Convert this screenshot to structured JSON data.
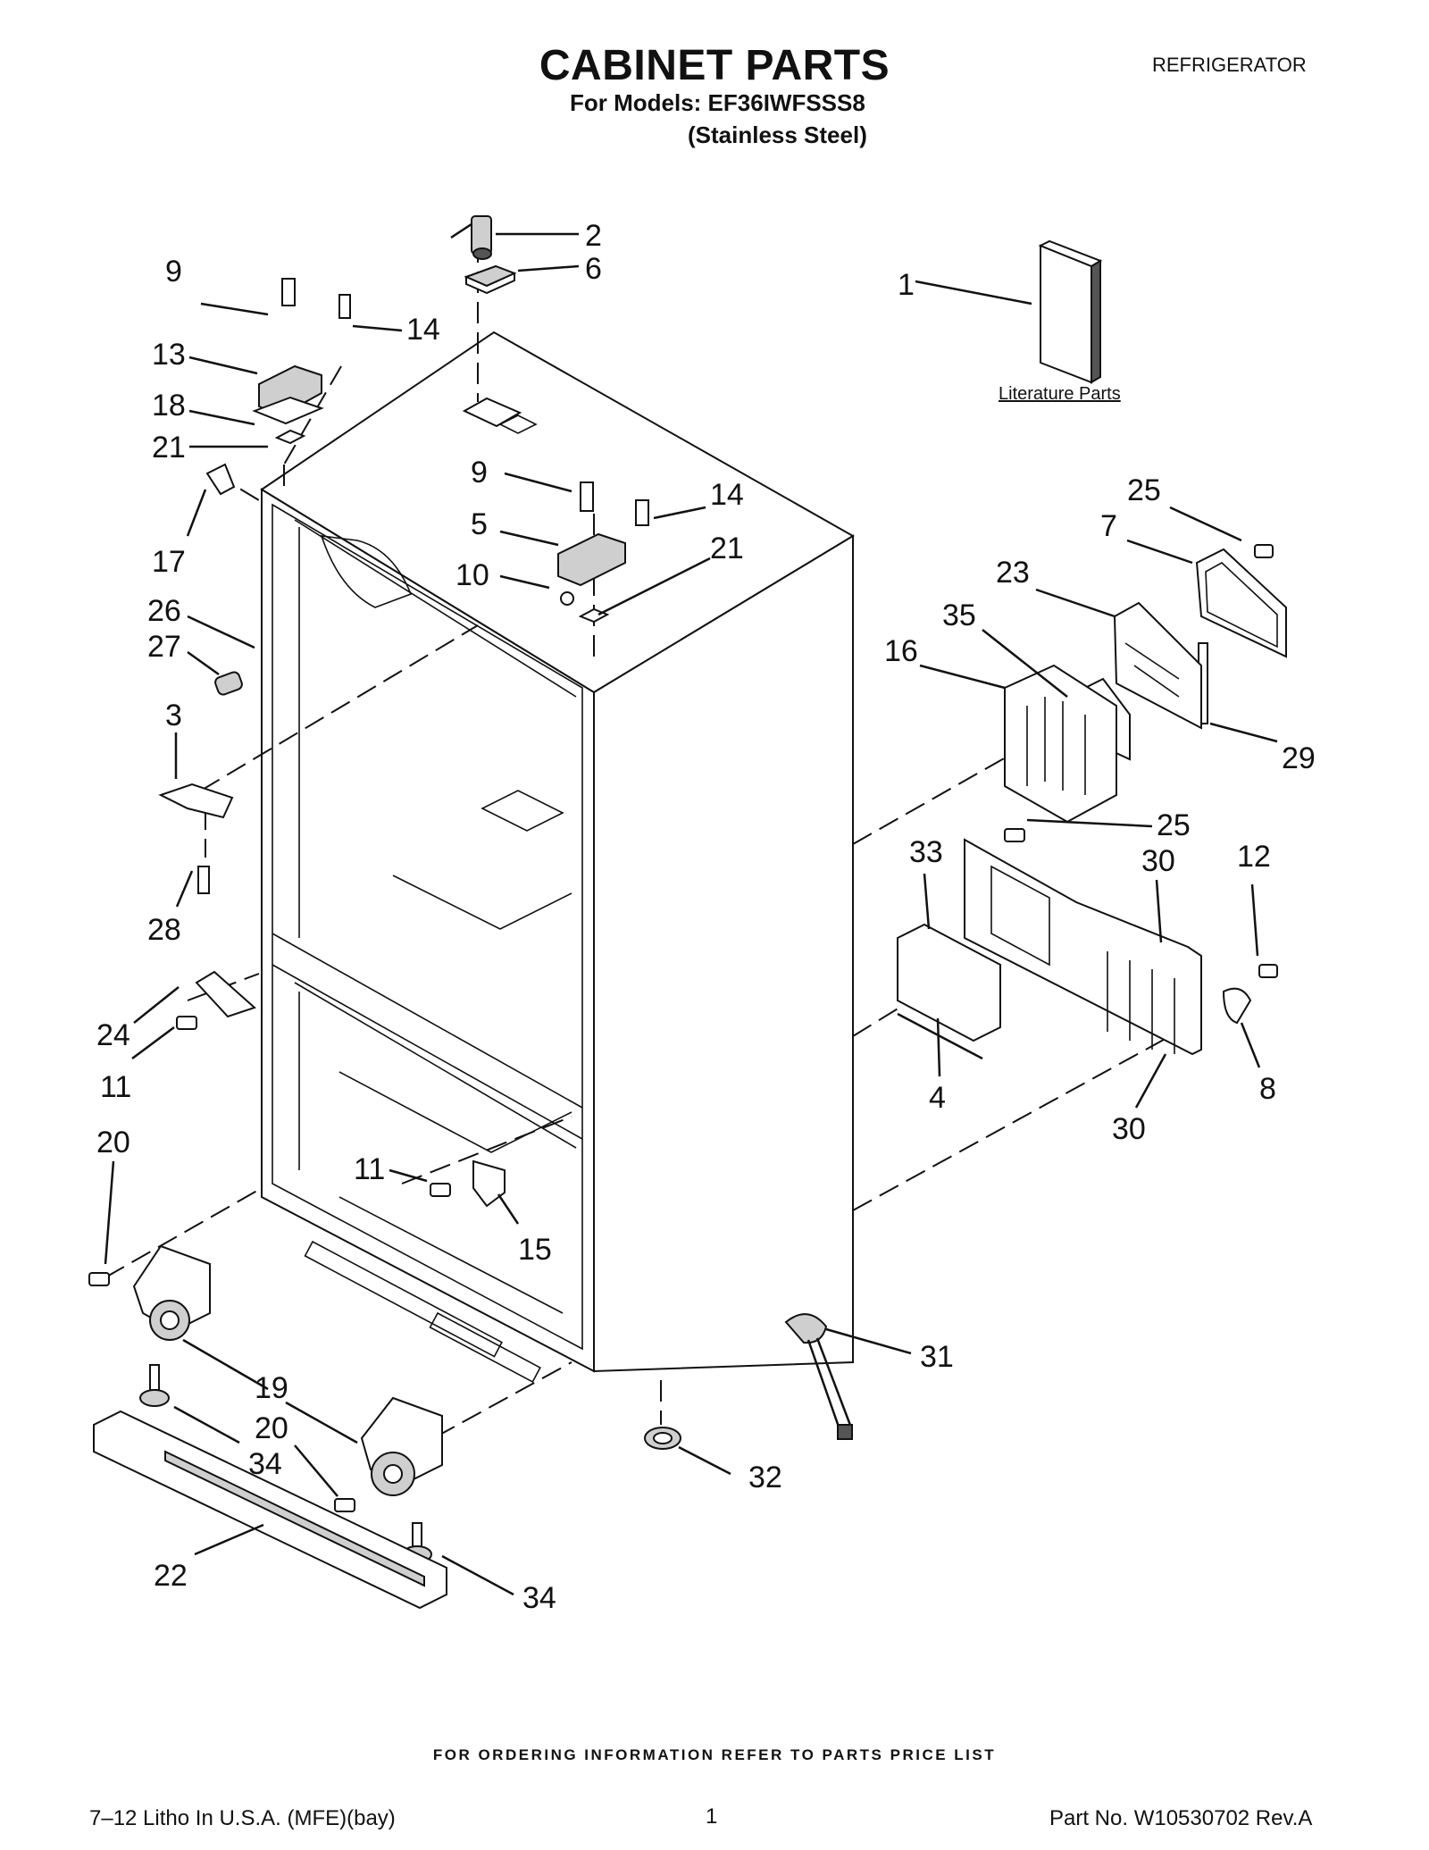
{
  "header": {
    "title": "CABINET PARTS",
    "models_line": "For Models: EF36IWFSSS8",
    "finish_line": "(Stainless Steel)",
    "appliance": "REFRIGERATOR"
  },
  "literature_label": "Literature Parts",
  "callouts": [
    {
      "id": "c1",
      "text": "1"
    },
    {
      "id": "c2",
      "text": "2"
    },
    {
      "id": "c6",
      "text": "6"
    },
    {
      "id": "c9a",
      "text": "9"
    },
    {
      "id": "c14a",
      "text": "14"
    },
    {
      "id": "c13",
      "text": "13"
    },
    {
      "id": "c18",
      "text": "18"
    },
    {
      "id": "c21a",
      "text": "21"
    },
    {
      "id": "c17",
      "text": "17"
    },
    {
      "id": "c9b",
      "text": "9"
    },
    {
      "id": "c14b",
      "text": "14"
    },
    {
      "id": "c5",
      "text": "5"
    },
    {
      "id": "c21b",
      "text": "21"
    },
    {
      "id": "c10",
      "text": "10"
    },
    {
      "id": "c26",
      "text": "26"
    },
    {
      "id": "c27",
      "text": "27"
    },
    {
      "id": "c3",
      "text": "3"
    },
    {
      "id": "c28",
      "text": "28"
    },
    {
      "id": "c24",
      "text": "24"
    },
    {
      "id": "c11a",
      "text": "11"
    },
    {
      "id": "c20a",
      "text": "20"
    },
    {
      "id": "c11b",
      "text": "11"
    },
    {
      "id": "c15",
      "text": "15"
    },
    {
      "id": "c19",
      "text": "19"
    },
    {
      "id": "c20b",
      "text": "20"
    },
    {
      "id": "c34a",
      "text": "34"
    },
    {
      "id": "c22",
      "text": "22"
    },
    {
      "id": "c34b",
      "text": "34"
    },
    {
      "id": "c32",
      "text": "32"
    },
    {
      "id": "c31",
      "text": "31"
    },
    {
      "id": "c25a",
      "text": "25"
    },
    {
      "id": "c7",
      "text": "7"
    },
    {
      "id": "c23",
      "text": "23"
    },
    {
      "id": "c35",
      "text": "35"
    },
    {
      "id": "c16",
      "text": "16"
    },
    {
      "id": "c29",
      "text": "29"
    },
    {
      "id": "c25b",
      "text": "25"
    },
    {
      "id": "c33",
      "text": "33"
    },
    {
      "id": "c30a",
      "text": "30"
    },
    {
      "id": "c12",
      "text": "12"
    },
    {
      "id": "c8",
      "text": "8"
    },
    {
      "id": "c4",
      "text": "4"
    },
    {
      "id": "c30b",
      "text": "30"
    }
  ],
  "footer": {
    "ordering_note": "FOR ORDERING INFORMATION REFER TO PARTS PRICE LIST",
    "litho": "7–12 Litho In U.S.A. (MFE)(bay)",
    "page_number": "1",
    "part_number": "Part No. W10530702 Rev.A"
  }
}
